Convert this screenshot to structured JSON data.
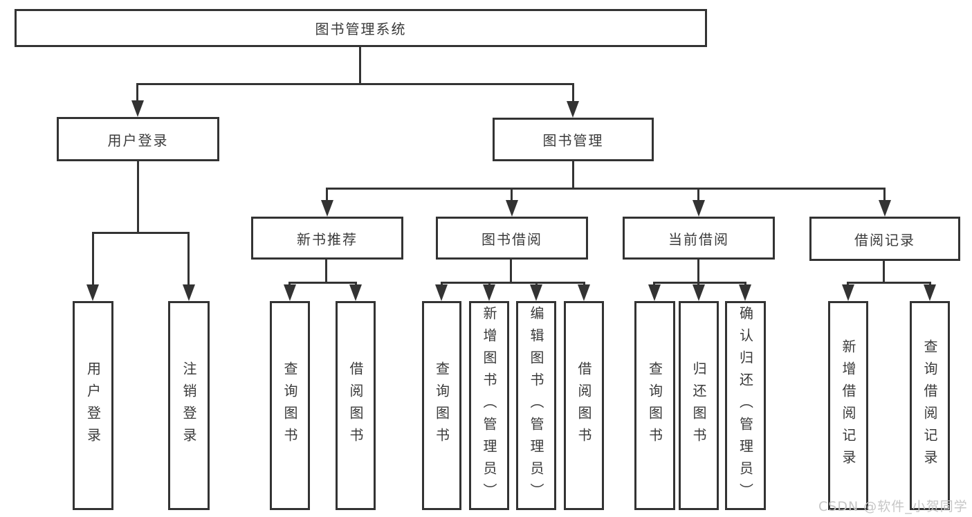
{
  "colors": {
    "line": "#333333",
    "text": "#3a3a3a",
    "box_fill": "#ffffff",
    "background": "#ffffff",
    "watermark": "#c6c6c6"
  },
  "watermark": "CSDN @软件_小贺同学",
  "diagram": {
    "type": "tree",
    "root": "图书管理系统",
    "level2": [
      "用户登录",
      "图书管理"
    ],
    "level3": [
      "新书推荐",
      "图书借阅",
      "当前借阅",
      "借阅记录"
    ],
    "leaves": [
      "用户登录",
      "注销登录",
      "查询图书",
      "借阅图书",
      "查询图书",
      "新增图书（管理员）",
      "编辑图书（管理员）",
      "借阅图书",
      "查询图书",
      "归还图书",
      "确认归还（管理员）",
      "新增借阅记录",
      "查询借阅记录"
    ],
    "edges": [
      "图书管理系统→用户登录",
      "图书管理系统→图书管理",
      "用户登录→用户登录(叶)",
      "用户登录→注销登录",
      "图书管理→新书推荐",
      "图书管理→图书借阅",
      "图书管理→当前借阅",
      "图书管理→借阅记录",
      "新书推荐→查询图书",
      "新书推荐→借阅图书",
      "图书借阅→查询图书",
      "图书借阅→新增图书（管理员）",
      "图书借阅→编辑图书（管理员）",
      "图书借阅→借阅图书",
      "当前借阅→查询图书",
      "当前借阅→归还图书",
      "当前借阅→确认归还（管理员）",
      "借阅记录→新增借阅记录",
      "借阅记录→查询借阅记录"
    ]
  }
}
